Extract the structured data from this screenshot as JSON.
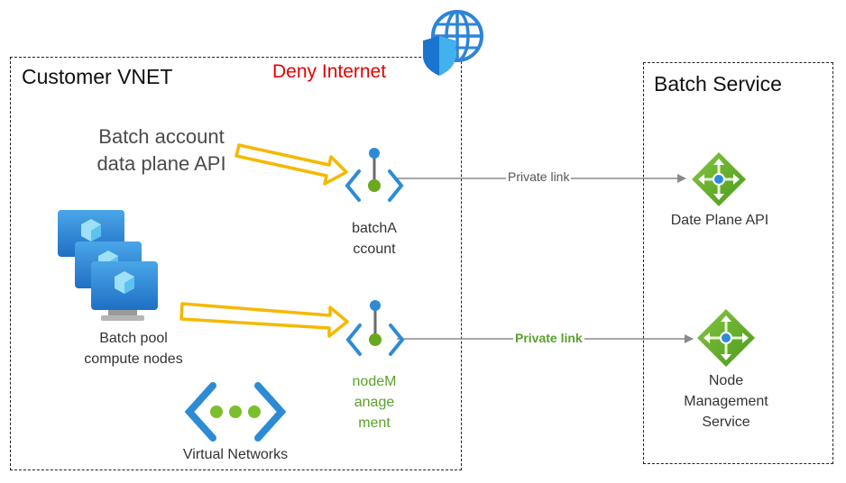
{
  "customer_vnet": {
    "title": "Customer VNET",
    "deny_label": "Deny Internet"
  },
  "batch_service": {
    "title": "Batch Service"
  },
  "api_label": {
    "line1": "Batch account",
    "line2": "data plane API"
  },
  "batch_account_endpoint": {
    "line1": "batchA",
    "line2": "ccount"
  },
  "node_mgmt_endpoint": {
    "line1": "nodeM",
    "line2": "anage",
    "line3": "ment"
  },
  "batch_pool": {
    "line1": "Batch pool",
    "line2": "compute nodes"
  },
  "virtual_networks": {
    "label": "Virtual Networks"
  },
  "data_plane_api": {
    "label": "Date Plane API"
  },
  "node_management_service": {
    "line1": "Node",
    "line2": "Management",
    "line3": "Service"
  },
  "links": {
    "top": "Private link",
    "bottom": "Private link"
  },
  "colors": {
    "arrow_yellow": "#f5b800",
    "endpoint_blue": "#2d8bd6",
    "endpoint_green": "#6aa81e",
    "deny_red": "#e60000",
    "service_green": "#5ea41d"
  }
}
